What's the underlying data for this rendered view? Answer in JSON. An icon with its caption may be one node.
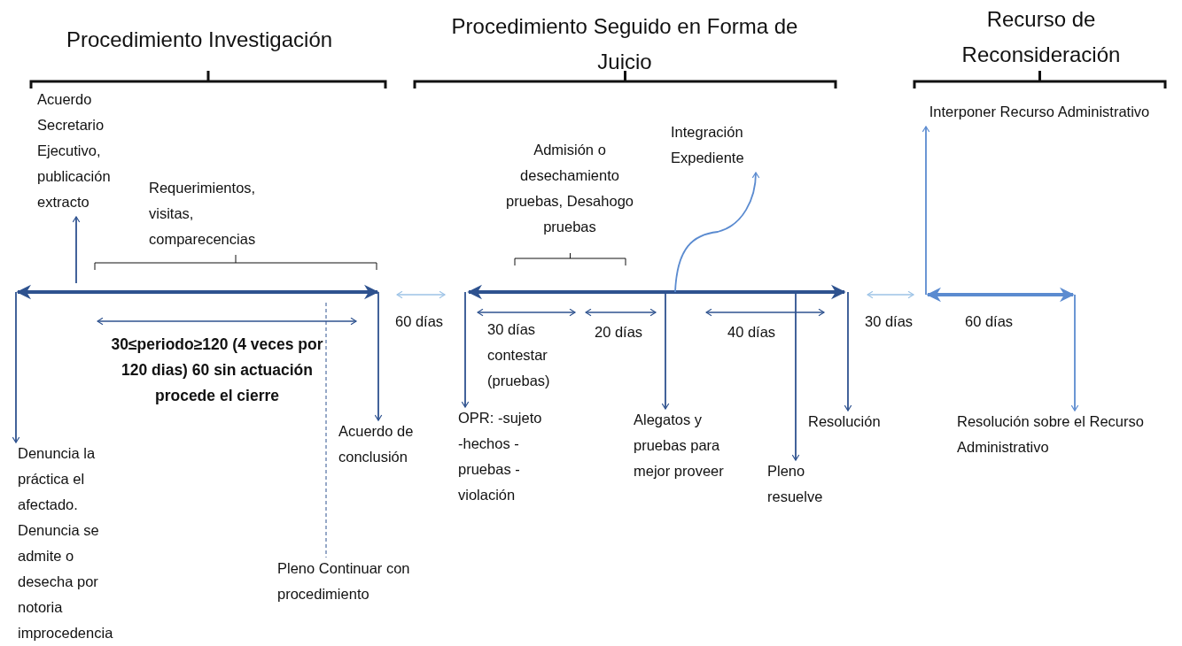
{
  "diagram": {
    "nodes": [
      {
        "text": [
          "Acuerdo Secretario Ejecutivo, publicación extracto"
        ]
      },
      {
        "text": [
          "Denuncia la práctica el afectado. Denuncia se admite o desecha por notoria improcedencia"
        ]
      },
      {
        "text": [
          "Acuerdo de conclusión"
        ]
      },
      {
        "text": [
          "Pleno Continuar con procedimiento"
        ]
      },
      {
        "text": [
          "Integración Expediente"
        ]
      },
      {
        "text": [
          "OPR: -sujeto -hechos -pruebas -violación"
        ]
      },
      {
        "text": [
          "Alegatos y pruebas para mejor proveer"
        ]
      },
      {
        "text": [
          "Pleno resuelve"
        ]
      },
      {
        "text": [
          "Resolución"
        ]
      },
      {
        "text": [
          "Interponer Recurso Administrativo"
        ]
      },
      {
        "text": [
          "Resolución sobre el Recurso Administrativo"
        ]
      }
    ],
    "edges": [
      {
        "from": null,
        "to": 0,
        "arrow": "to"
      },
      {
        "from": null,
        "to": 1,
        "arrow": "to"
      },
      {
        "from": null,
        "to": 2,
        "arrow": "to"
      },
      {
        "from": null,
        "to": 3,
        "arrow": "none",
        "style": "dashed"
      },
      {
        "from": null,
        "to": 4,
        "arrow": "to",
        "color": "#5b8bd0"
      },
      {
        "from": null,
        "to": 5,
        "arrow": "to"
      },
      {
        "from": null,
        "to": 6,
        "arrow": "to"
      },
      {
        "from": null,
        "to": 7,
        "arrow": "to"
      },
      {
        "from": null,
        "to": 8,
        "arrow": "to"
      },
      {
        "from": null,
        "to": 9,
        "arrow": "to",
        "color": "#5b8bd0"
      },
      {
        "from": null,
        "to": 10,
        "arrow": "to",
        "color": "#5b8bd0"
      }
    ],
    "labels": [
      "Procedimiento Investigación",
      "Procedimiento Seguido en Forma de Juicio",
      "Recurso de Reconsideración",
      "Requerimientos, visitas, comparecencias",
      "Admisión o desechamiento pruebas, Desahogo pruebas",
      "60 días",
      "30 días contestar (pruebas)",
      "20 días",
      "40 días",
      "30 días",
      "60 días",
      "30≤periodo≥120 (4 veces por 120 dias) 60 sin actuación procede el cierre"
    ]
  }
}
